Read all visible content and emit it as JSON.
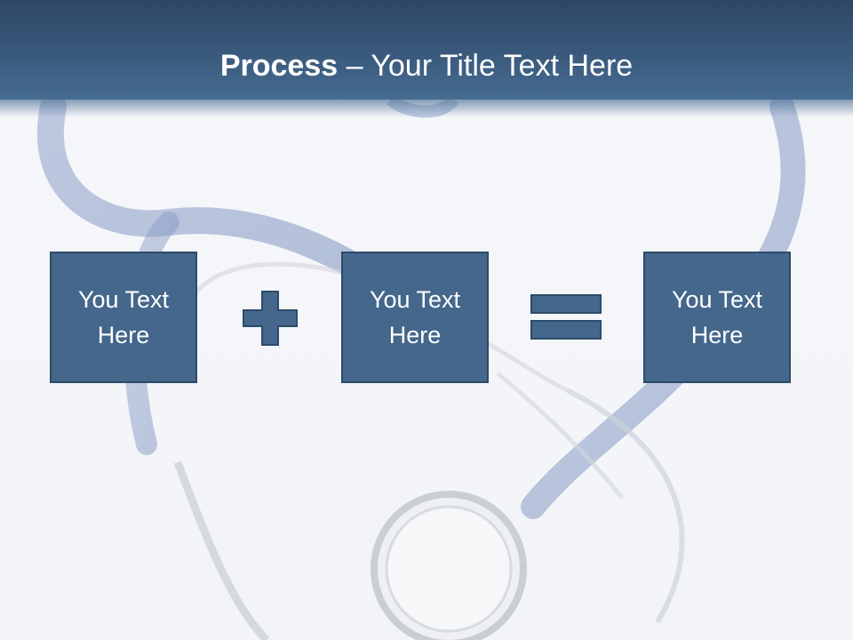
{
  "title": {
    "bold": "Process",
    "rest": " – Your Title Text Here"
  },
  "boxes": [
    {
      "label": "You Text Here"
    },
    {
      "label": "You Text Here"
    },
    {
      "label": "You Text Here"
    }
  ],
  "operators": {
    "first": "plus-icon",
    "second": "equals-icon"
  },
  "colors": {
    "title_bar": "#3a5a7d",
    "box_fill": "#44678b",
    "box_border": "#2d4a6a",
    "background": "#f3f5f9"
  }
}
